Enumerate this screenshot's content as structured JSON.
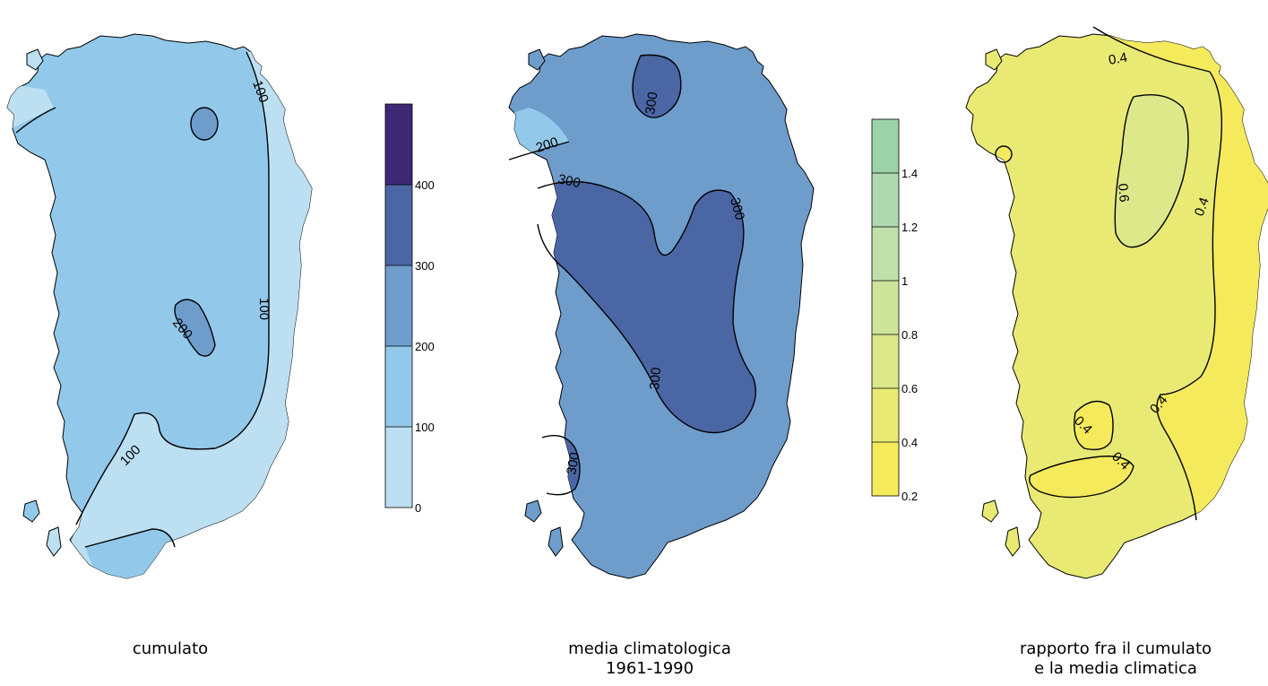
{
  "panels": [
    {
      "caption_lines": [
        "cumulato"
      ],
      "contour_labels": [
        "100",
        "100",
        "100",
        "200"
      ]
    },
    {
      "caption_lines": [
        "media climatologica",
        "1961-1990"
      ],
      "contour_labels": [
        "200",
        "300",
        "300",
        "300",
        "300",
        "300"
      ]
    },
    {
      "caption_lines": [
        "rapporto fra il cumulato",
        "e la media climatica"
      ],
      "contour_labels": [
        "0.4",
        "0.6",
        "0.4",
        "0.4",
        "0.4",
        "0.4"
      ]
    }
  ],
  "legend_precip": {
    "ticks": [
      "400",
      "300",
      "200",
      "100",
      "0"
    ],
    "colors": [
      "#bcdff2",
      "#92c9ea",
      "#6e9dcc",
      "#4b66a4",
      "#3c2874"
    ]
  },
  "legend_ratio": {
    "ticks": [
      "1.4",
      "1.2",
      "1",
      "0.8",
      "0.6",
      "0.4",
      "0.2"
    ],
    "colors": [
      "#f5ea5c",
      "#e9ea74",
      "#dce88a",
      "#cde49a",
      "#bfe0aa",
      "#afd9b0",
      "#9dd1a7"
    ]
  },
  "colors": {
    "cumulato_low": "#bcdff2",
    "cumulato_mid": "#92c9ea",
    "cumulato_high": "#6e9dcc",
    "media_base": "#6e9dcc",
    "media_high": "#4b66a4",
    "media_low": "#92c9ea",
    "ratio_low": "#f5ea5c",
    "ratio_mid": "#e9ea74",
    "ratio_high": "#dce88a"
  }
}
